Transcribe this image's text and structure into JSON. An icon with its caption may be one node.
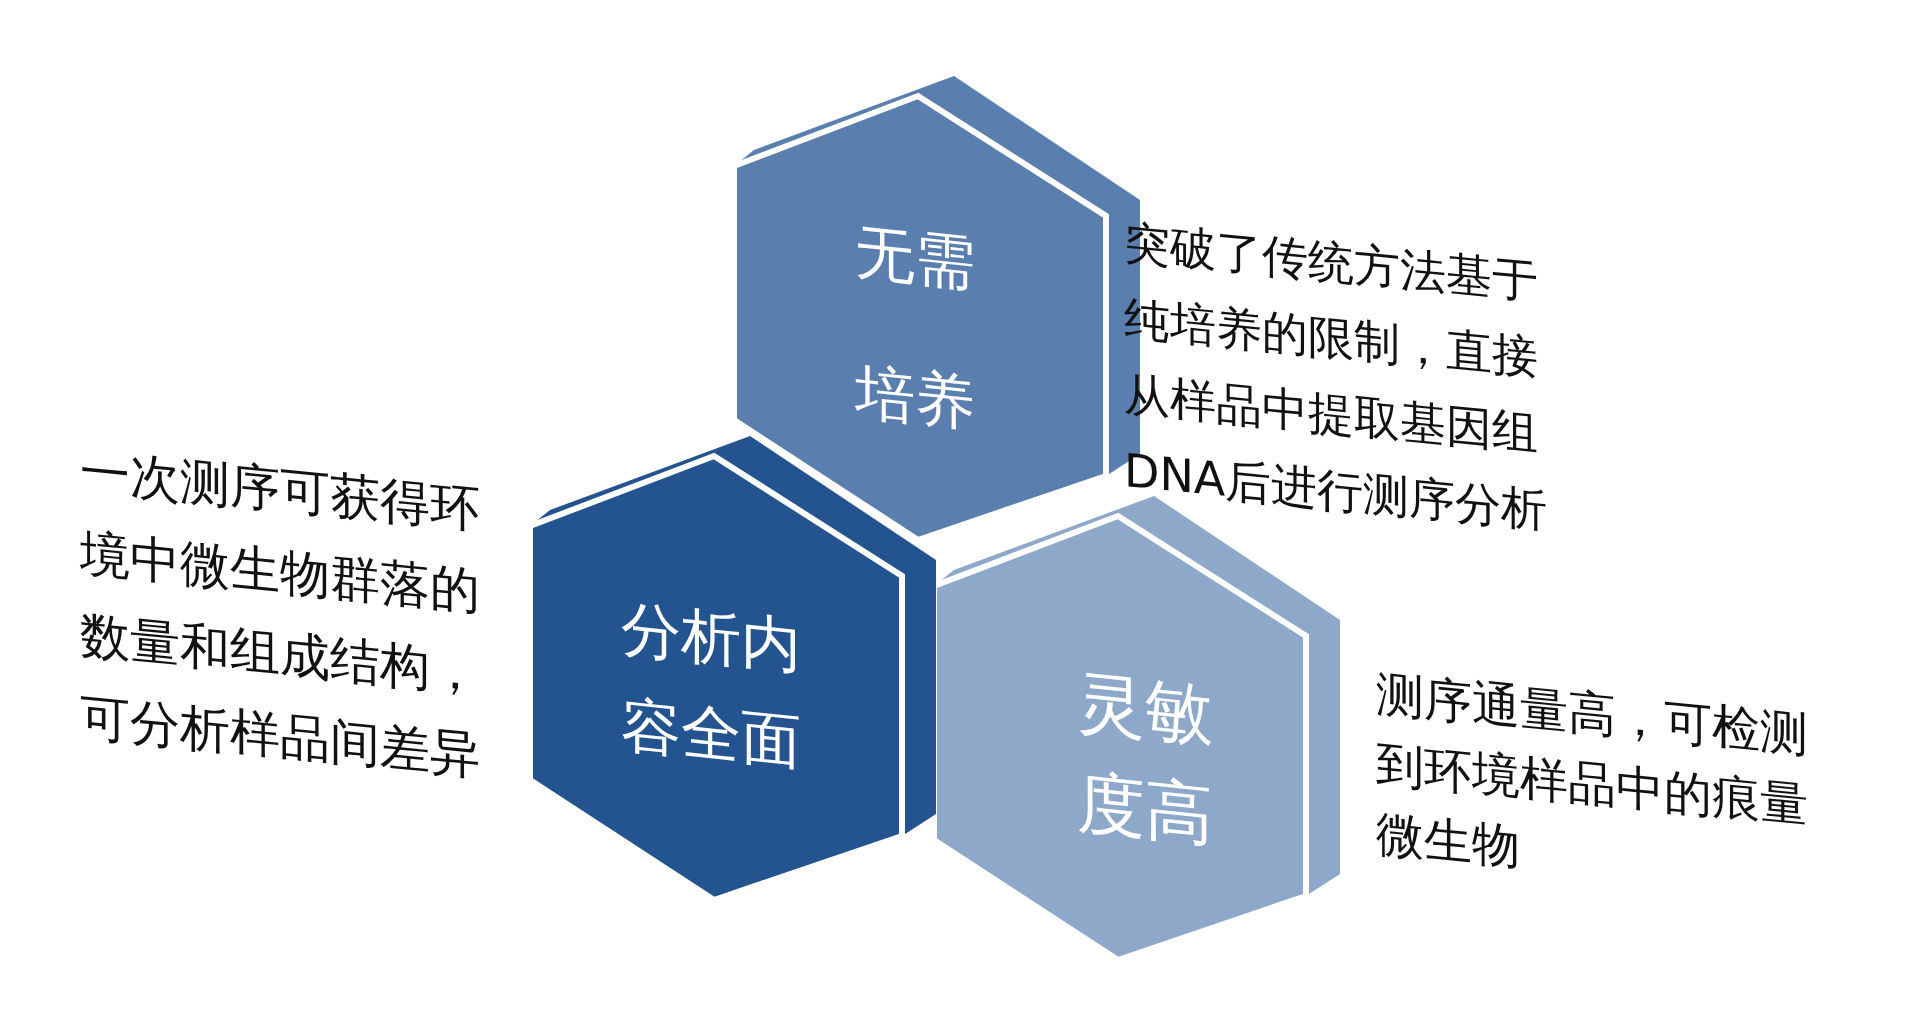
{
  "diagram": {
    "nodes": [
      {
        "text": [
          "无需培养"
        ],
        "beside": [
          "突破了传统方法基于纯培养的限制，直接从样品中提取基因组DNA后进行测序分析"
        ]
      },
      {
        "text": [
          "分析内容全面"
        ],
        "beside": [
          "一次测序可获得环境中微生物群落的数量和组成结构，可分析样品间差异"
        ]
      },
      {
        "text": [
          "灵敏度高"
        ],
        "beside": [
          "测序通量高，可检测到环境样品中的痕量微生物"
        ]
      }
    ]
  }
}
